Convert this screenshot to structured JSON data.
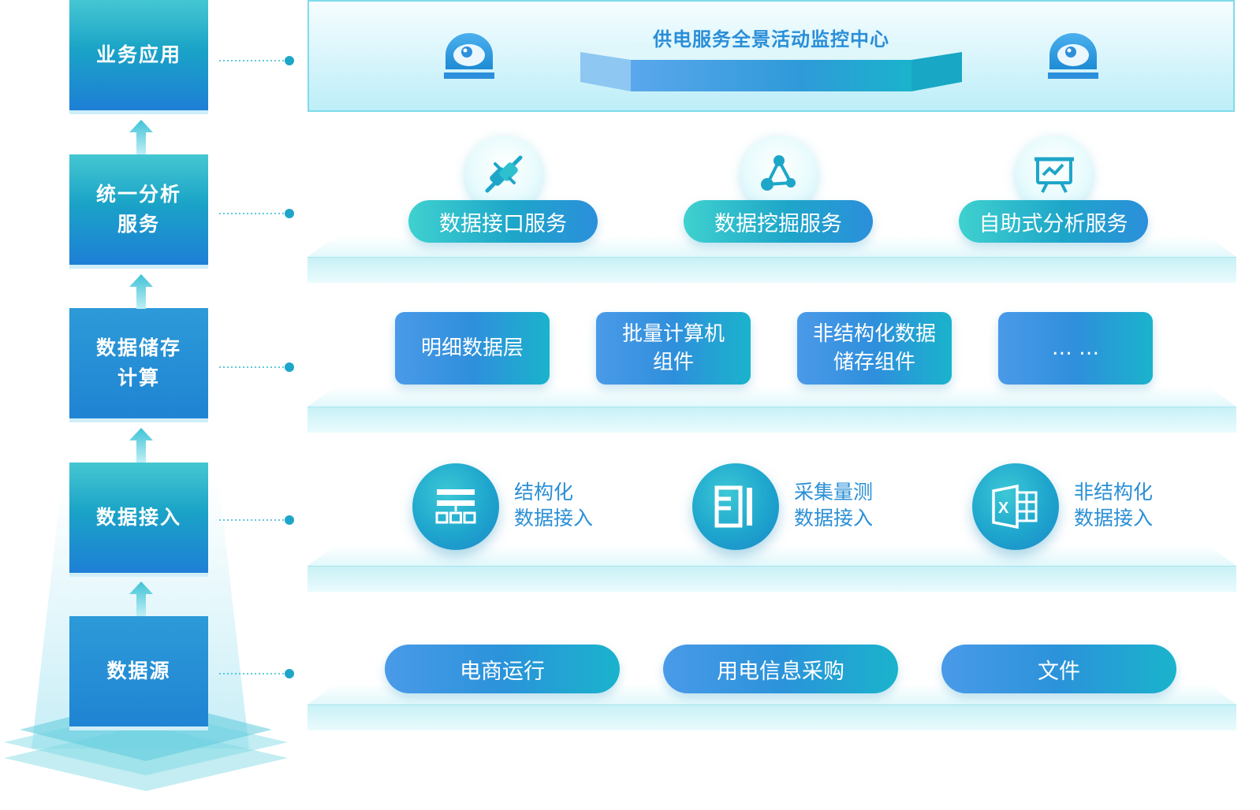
{
  "layers": [
    {
      "label": "业务应用"
    },
    {
      "label": "统一分析服务",
      "line1": "统一分析",
      "line2": "服务"
    },
    {
      "label": "数据储存计算",
      "line1": "数据储存",
      "line2": "计算"
    },
    {
      "label": "数据接入"
    },
    {
      "label": "数据源"
    }
  ],
  "application": {
    "title": "供电服务全景活动监控中心",
    "icons": [
      "robot-icon",
      "robot-icon"
    ]
  },
  "analysis": {
    "services": [
      {
        "label": "数据接口服务",
        "icon": "plug-icon"
      },
      {
        "label": "数据挖掘服务",
        "icon": "network-nodes-icon"
      },
      {
        "label": "自助式分析服务",
        "icon": "presentation-chart-icon"
      }
    ]
  },
  "storage": {
    "items": [
      {
        "line1": "明细数据层",
        "line2": ""
      },
      {
        "line1": "批量计算机",
        "line2": "组件"
      },
      {
        "line1": "非结构化数据",
        "line2": "储存组件"
      },
      {
        "line1": "… …",
        "line2": ""
      }
    ]
  },
  "ingestion": {
    "items": [
      {
        "line1": "结构化",
        "line2": "数据接入",
        "icon": "structure-icon"
      },
      {
        "line1": "采集量测",
        "line2": "数据接入",
        "icon": "meter-icon"
      },
      {
        "line1": "非结构化",
        "line2": "数据接入",
        "icon": "excel-icon"
      }
    ]
  },
  "sources": {
    "items": [
      {
        "label": "电商运行"
      },
      {
        "label": "用电信息采购"
      },
      {
        "label": "文件"
      }
    ]
  },
  "colors": {
    "primary_blue": "#2b8fdb",
    "teal": "#1ea6c9",
    "title_blue": "#2a8ed8",
    "platform_light": "#c8f1f6"
  }
}
